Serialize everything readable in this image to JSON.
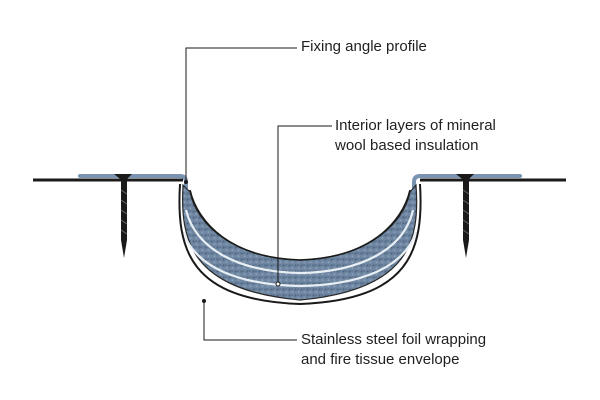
{
  "diagram": {
    "labels": {
      "fixing_angle": "Fixing angle profile",
      "interior_line1": "Interior layers of mineral",
      "interior_line2": "wool based insulation",
      "foil_line1": "Stainless steel foil wrapping",
      "foil_line2": "and fire tissue envelope"
    },
    "colors": {
      "line": "#1a1a1a",
      "angle_profile": "#7a93b0",
      "insulation": "#6f87a2",
      "insulation_dark": "#4f6680",
      "layer_line": "#e8eef4"
    }
  }
}
